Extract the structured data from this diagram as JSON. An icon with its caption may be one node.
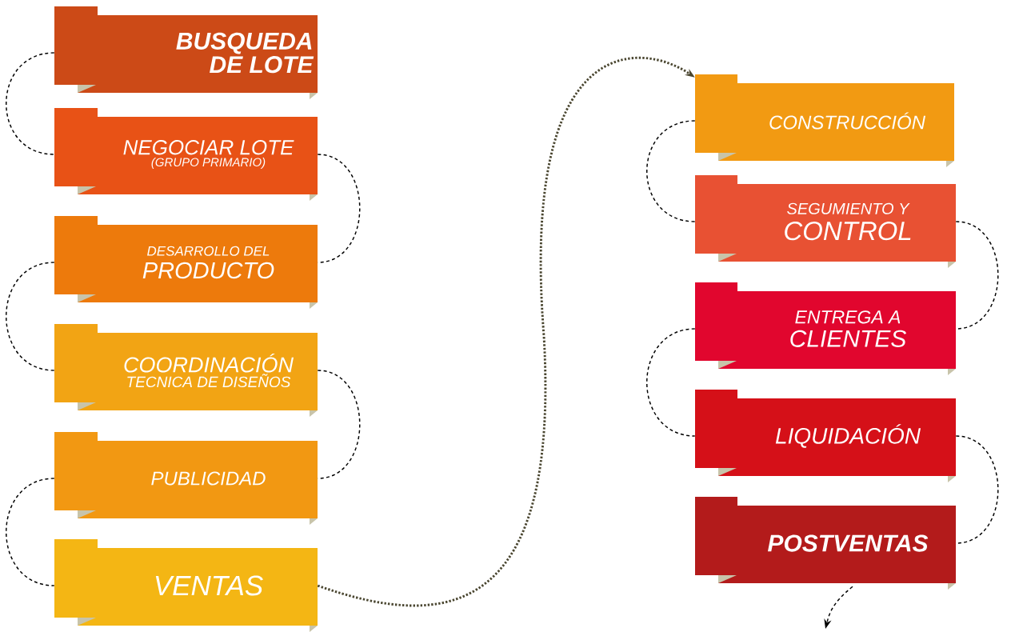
{
  "diagram": {
    "nodes": [
      {
        "text": [
          "BUSQUEDA DE LOTE"
        ]
      },
      {
        "text": [
          "NEGOCIAR LOTE",
          "(GRUPO PRIMARIO)"
        ]
      },
      {
        "text": [
          "DESARROLLO DEL",
          "PRODUCTO"
        ]
      },
      {
        "text": [
          "COORDINACIÓN",
          "TECNICA DE DISEÑOS"
        ]
      },
      {
        "text": [
          "PUBLICIDAD"
        ]
      },
      {
        "text": [
          "VENTAS"
        ]
      },
      {
        "text": [
          "CONSTRUCCIÓN"
        ]
      },
      {
        "text": [
          "SEGUMIENTO Y",
          "CONTROL"
        ]
      },
      {
        "text": [
          "ENTREGA A",
          "CLIENTES"
        ]
      },
      {
        "text": [
          "LIQUIDACIÓN"
        ]
      },
      {
        "text": [
          "POSTVENTAS"
        ]
      }
    ],
    "edges": [
      {
        "from": 0,
        "to": 1,
        "arrow": "none",
        "style": "dashed"
      },
      {
        "from": 1,
        "to": 2,
        "arrow": "none",
        "style": "dashed"
      },
      {
        "from": 2,
        "to": 3,
        "arrow": "none",
        "style": "dashed"
      },
      {
        "from": 3,
        "to": 4,
        "arrow": "none",
        "style": "dashed"
      },
      {
        "from": 4,
        "to": 5,
        "arrow": "none",
        "style": "dashed"
      },
      {
        "from": 5,
        "to": 6,
        "arrow": "to",
        "style": "dashed",
        "color": "#4a4630"
      },
      {
        "from": 6,
        "to": 7,
        "arrow": "none",
        "style": "dashed"
      },
      {
        "from": 7,
        "to": 8,
        "arrow": "none",
        "style": "dashed"
      },
      {
        "from": 8,
        "to": 9,
        "arrow": "none",
        "style": "dashed"
      },
      {
        "from": 9,
        "to": 10,
        "arrow": "none",
        "style": "dashed"
      },
      {
        "from": 10,
        "to": null,
        "arrow": "to",
        "style": "dashed"
      }
    ]
  }
}
